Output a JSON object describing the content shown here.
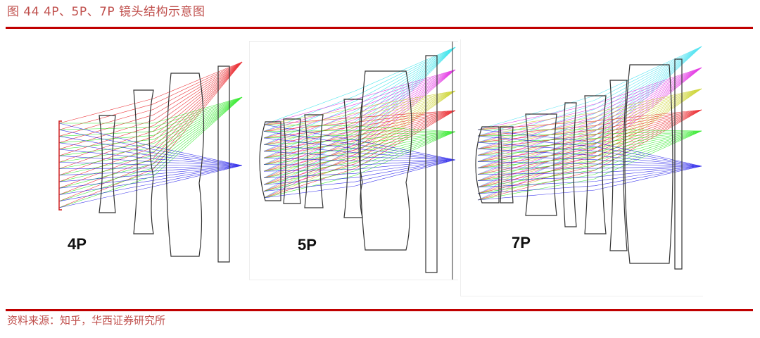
{
  "header": {
    "title": "图 44   4P、5P、7P 镜头结构示意图"
  },
  "footer": {
    "source": "资料来源：知乎，华西证券研究所"
  },
  "diagrams": [
    {
      "label": "4P",
      "colors": [
        "#e8141a",
        "#22e81a",
        "#1a14e8"
      ]
    },
    {
      "label": "5P",
      "colors": [
        "#22e0e8",
        "#e020e0",
        "#c8d020",
        "#e8141a",
        "#22e81a",
        "#1a14e8"
      ]
    },
    {
      "label": "7P",
      "colors": [
        "#40e0f0",
        "#e020e0",
        "#c8d020",
        "#e8141a",
        "#22e81a",
        "#1a14e8"
      ]
    }
  ]
}
